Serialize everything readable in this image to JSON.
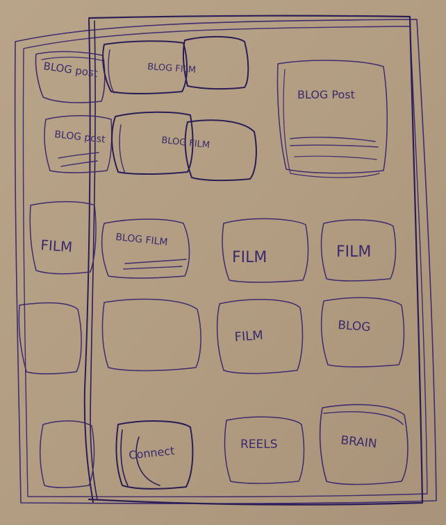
{
  "tiles": {
    "blog_post_1": "BLOG post",
    "blog_post_2": "BLOG post",
    "blog_post_big": "BLOG Post",
    "blog_film_1": "BLOG FILM",
    "blog_film_2": "BLOG FILM",
    "film_left": "FILM",
    "blog_film_3": "BLOG FILM",
    "film_mid": "FILM",
    "film_right": "FILM",
    "film_row4": "FILM",
    "blog_row4": "BLOG",
    "connect": "Connect",
    "reels": "REELS",
    "brain": "BRAIN"
  }
}
